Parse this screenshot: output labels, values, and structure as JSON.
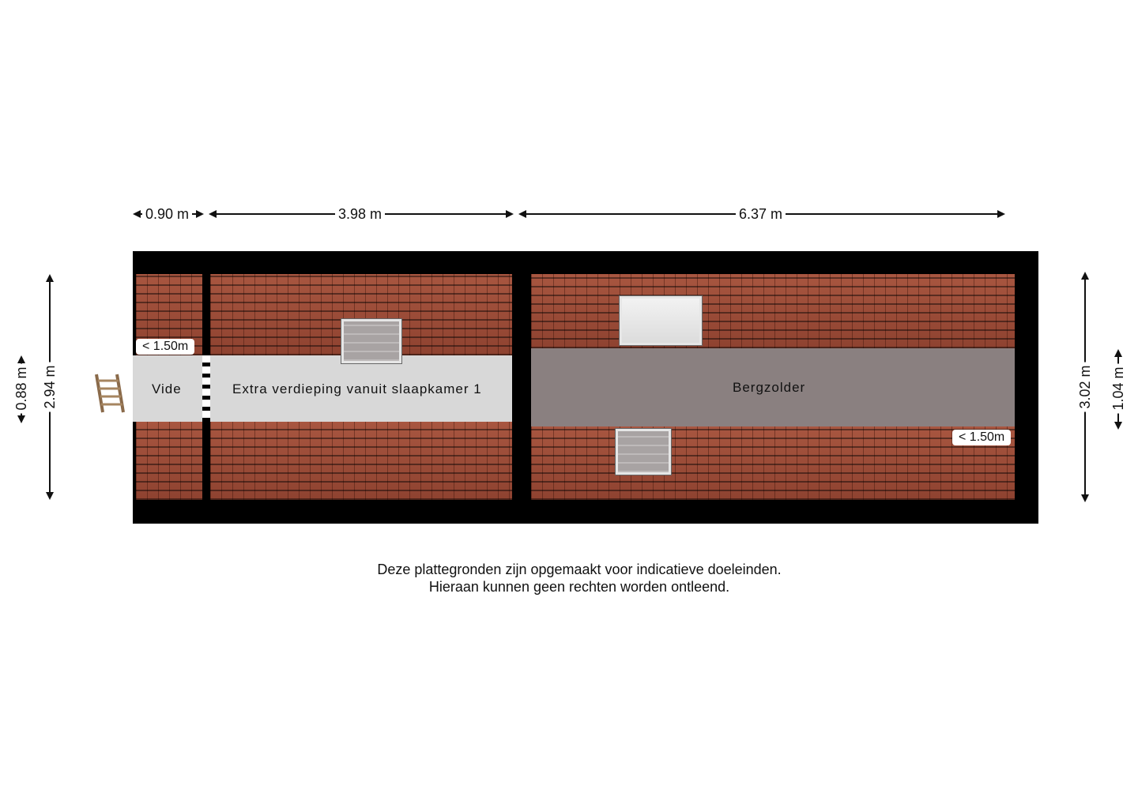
{
  "dimensions": {
    "top": [
      "0.90 m",
      "3.98 m",
      "6.37 m"
    ],
    "left_outer": "0.88 m",
    "left_inner": "2.94 m",
    "right_inner": "3.02 m",
    "right_outer": "1.04 m"
  },
  "rooms": {
    "vide": "Vide",
    "extra": "Extra verdieping vanuit slaapkamer 1",
    "bergzolder": "Bergzolder"
  },
  "height_tags": {
    "left": "< 1.50m",
    "right": "< 1.50m"
  },
  "disclaimer": {
    "line1": "Deze plattegronden zijn opgemaakt voor indicatieve doeleinden.",
    "line2": "Hieraan kunnen geen rechten worden ontleend."
  },
  "colors": {
    "roof_tile": "#9a4a36",
    "floor_light": "#d8d8d8",
    "floor_dark": "#8a8080",
    "wall": "#000000"
  }
}
